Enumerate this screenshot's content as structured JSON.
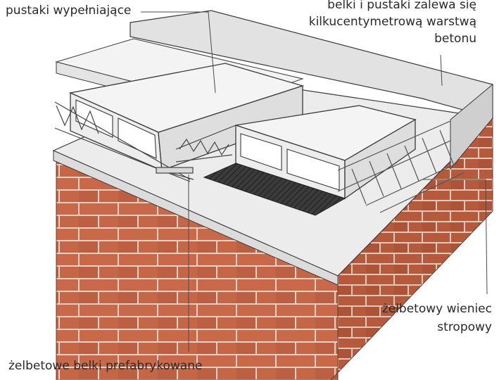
{
  "labels": {
    "hollow_blocks": "pustaki wypełniające",
    "pour_concrete_line1": "belki i pustaki zalewa się",
    "pour_concrete_line2": "kilkucentymetrową warstwą",
    "pour_concrete_line3": "betonu",
    "ring_beam_line1": "żelbetowy wieniec",
    "ring_beam_line2": "stropowy",
    "prefab_beams": "żelbetowe belki prefabrykowane"
  },
  "colors": {
    "brick": "#c96a4a",
    "brick_dark": "#a85538",
    "mortar": "#e8d6c8",
    "concrete": "#ececec",
    "concrete_shade": "#d6d6d6",
    "block": "#f2f2f2",
    "outline": "#3a3a3a",
    "rebar": "#555555"
  }
}
